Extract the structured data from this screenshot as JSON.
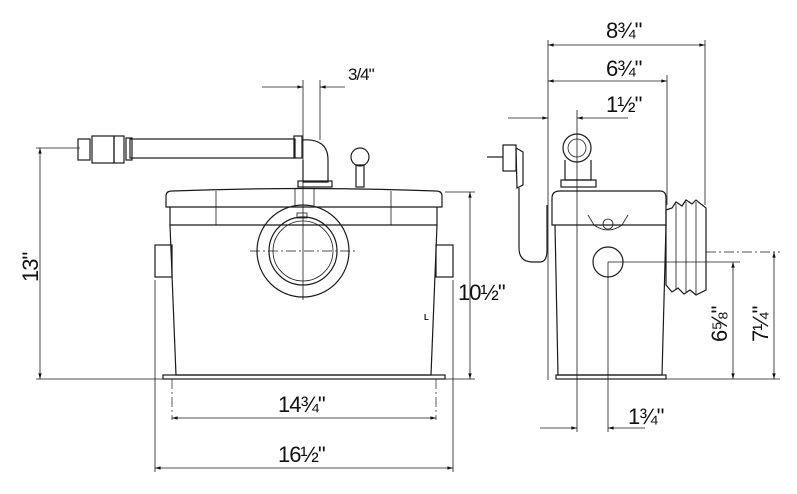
{
  "front_view": {
    "dim_outlet": "3/4\"",
    "dim_total_height": "13\"",
    "dim_body_height": "10½\"",
    "dim_inner_width": "14¾\"",
    "dim_overall_width": "16½\"",
    "mark": "L"
  },
  "side_view": {
    "dim_overall_depth": "8¾\"",
    "dim_body_depth": "6¾\"",
    "dim_outlet_offset": "1½\"",
    "dim_inlet_center_height": "6⅝\"",
    "dim_inlet_top_height": "7¼\"",
    "dim_side_inlet_offset": "1¾\""
  }
}
